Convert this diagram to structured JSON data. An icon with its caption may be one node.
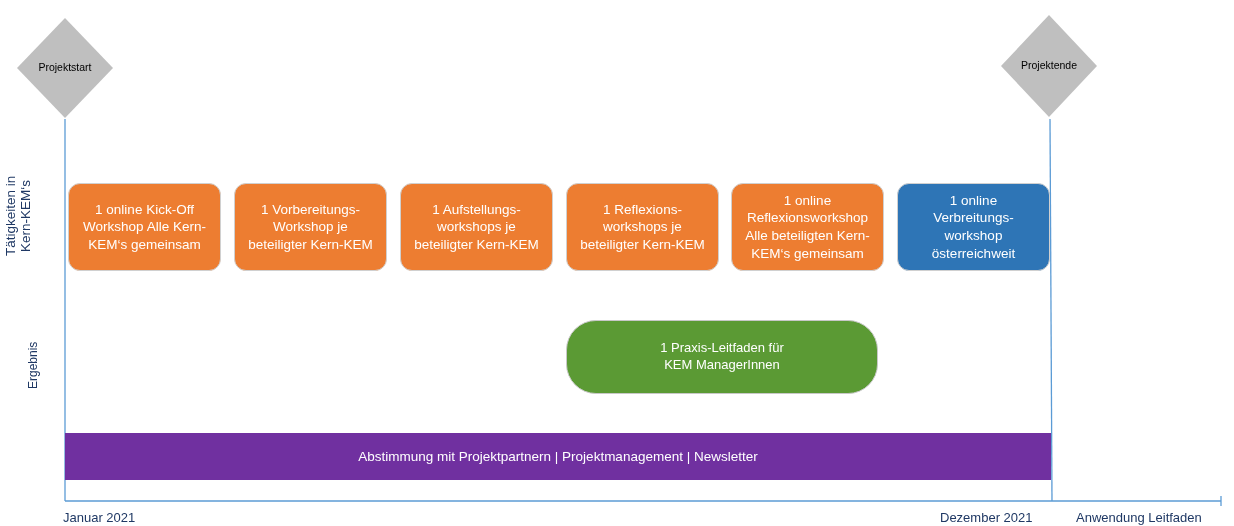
{
  "diagram": {
    "nodes": [
      {
        "text": [
          "Projektstart"
        ]
      },
      {
        "text": [
          "Projektende"
        ]
      },
      {
        "text": [
          "1 online Kick-Off Workshop Alle Kern-KEM‘s gemeinsam"
        ]
      },
      {
        "text": [
          "1 Vorbereitungs-Workshop je beteiligter Kern-KEM"
        ]
      },
      {
        "text": [
          "1 Aufstellungs-workshops je beteiligter Kern-KEM"
        ]
      },
      {
        "text": [
          "1 Reflexions-workshops je beteiligter Kern-KEM"
        ]
      },
      {
        "text": [
          "1 online Reflexionsworkshop Alle beteiligten Kern-KEM‘s gemeinsam"
        ]
      },
      {
        "text": [
          "1 online Verbreitungs-workshop österreichweit"
        ]
      },
      {
        "text": [
          "1 Praxis-Leitfaden für KEM ManagerInnen"
        ]
      },
      {
        "text": [
          "Abstimmung mit Projektpartnern | Projektmanagement | Newsletter"
        ]
      }
    ],
    "edges": [],
    "labels": [
      "Tätigkeiten in Kern-KEM‘s",
      "Ergebnis",
      "Januar 2021",
      "Dezember 2021",
      "Anwendung Leitfaden"
    ]
  }
}
